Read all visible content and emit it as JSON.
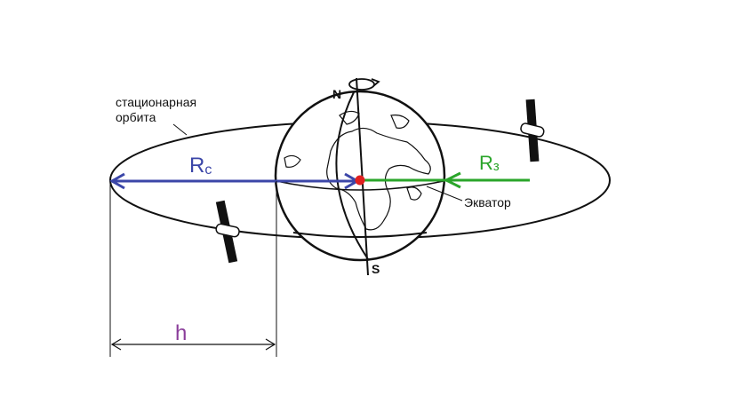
{
  "labels": {
    "orbit_line1": "стационарная",
    "orbit_line2": "орбита",
    "north": "N",
    "south": "S",
    "equator": "Экватор",
    "radius_orbit_main": "R",
    "radius_orbit_sub": "c",
    "radius_earth_main": "R",
    "radius_earth_sub": "з",
    "height": "h"
  },
  "colors": {
    "orbit_radius": "#3b46a8",
    "earth_radius": "#2aa52a",
    "height_label": "#8a3d9a",
    "center_dot": "#e02020",
    "line": "#111111"
  },
  "icons": [
    "globe-icon",
    "satellite-icon",
    "rotation-arrow-icon"
  ]
}
